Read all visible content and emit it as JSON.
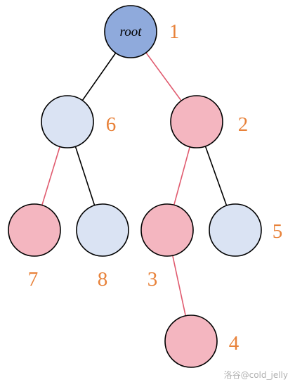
{
  "colors": {
    "root_fill": "#8faadc",
    "blue_fill": "#dae3f3",
    "pink_fill": "#f4b6c0",
    "black_edge": "#000000",
    "red_edge": "#e05a6e",
    "label": "#e8823a"
  },
  "diagram": {
    "root_text": "root",
    "nodes": [
      {
        "id": "1",
        "label": "1",
        "fill": "root"
      },
      {
        "id": "6",
        "label": "6",
        "fill": "blue"
      },
      {
        "id": "2",
        "label": "2",
        "fill": "pink"
      },
      {
        "id": "7",
        "label": "7",
        "fill": "pink"
      },
      {
        "id": "8",
        "label": "8",
        "fill": "blue"
      },
      {
        "id": "3",
        "label": "3",
        "fill": "pink"
      },
      {
        "id": "5",
        "label": "5",
        "fill": "blue"
      },
      {
        "id": "4",
        "label": "4",
        "fill": "pink"
      }
    ],
    "edges": [
      {
        "from": "1",
        "to": "6",
        "color": "black"
      },
      {
        "from": "1",
        "to": "2",
        "color": "red"
      },
      {
        "from": "6",
        "to": "7",
        "color": "red"
      },
      {
        "from": "6",
        "to": "8",
        "color": "black"
      },
      {
        "from": "2",
        "to": "3",
        "color": "red"
      },
      {
        "from": "2",
        "to": "5",
        "color": "black"
      },
      {
        "from": "3",
        "to": "4",
        "color": "red"
      }
    ]
  },
  "watermark": "洛谷@cold_jelly"
}
